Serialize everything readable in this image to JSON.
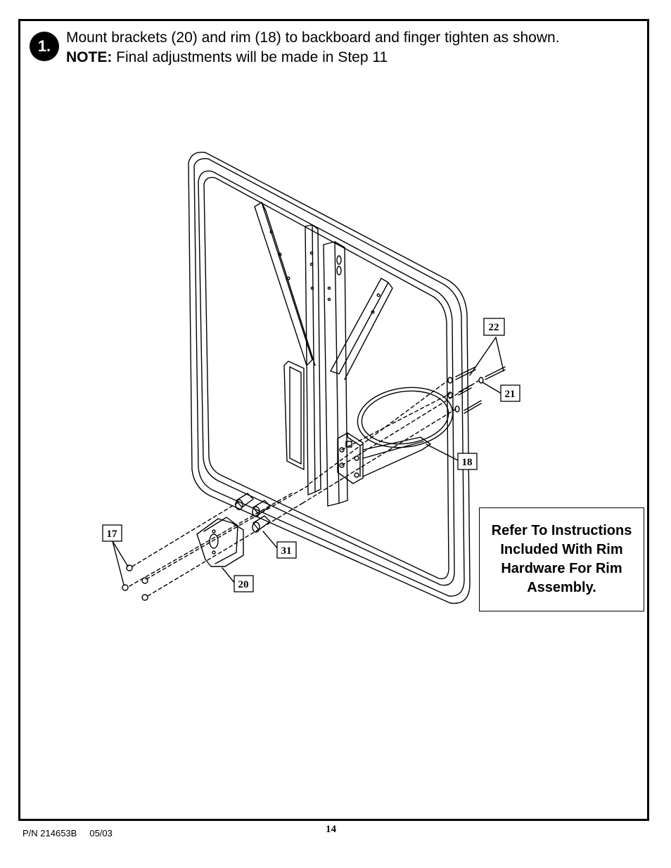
{
  "step": {
    "number": "1.",
    "line1": "Mount brackets (20) and rim (18) to backboard and finger tighten as shown.",
    "note_label": "NOTE:",
    "note_text": " Final adjustments will be made in Step 11"
  },
  "callouts": {
    "c22": "22",
    "c21": "21",
    "c18": "18",
    "c17": "17",
    "c31": "31",
    "c20": "20"
  },
  "note_box": {
    "text": "Refer To Instructions Included With Rim Hardware For Rim Assembly."
  },
  "footer": {
    "part_number": "P/N 214653B",
    "date": "05/03",
    "page_number": "14"
  }
}
